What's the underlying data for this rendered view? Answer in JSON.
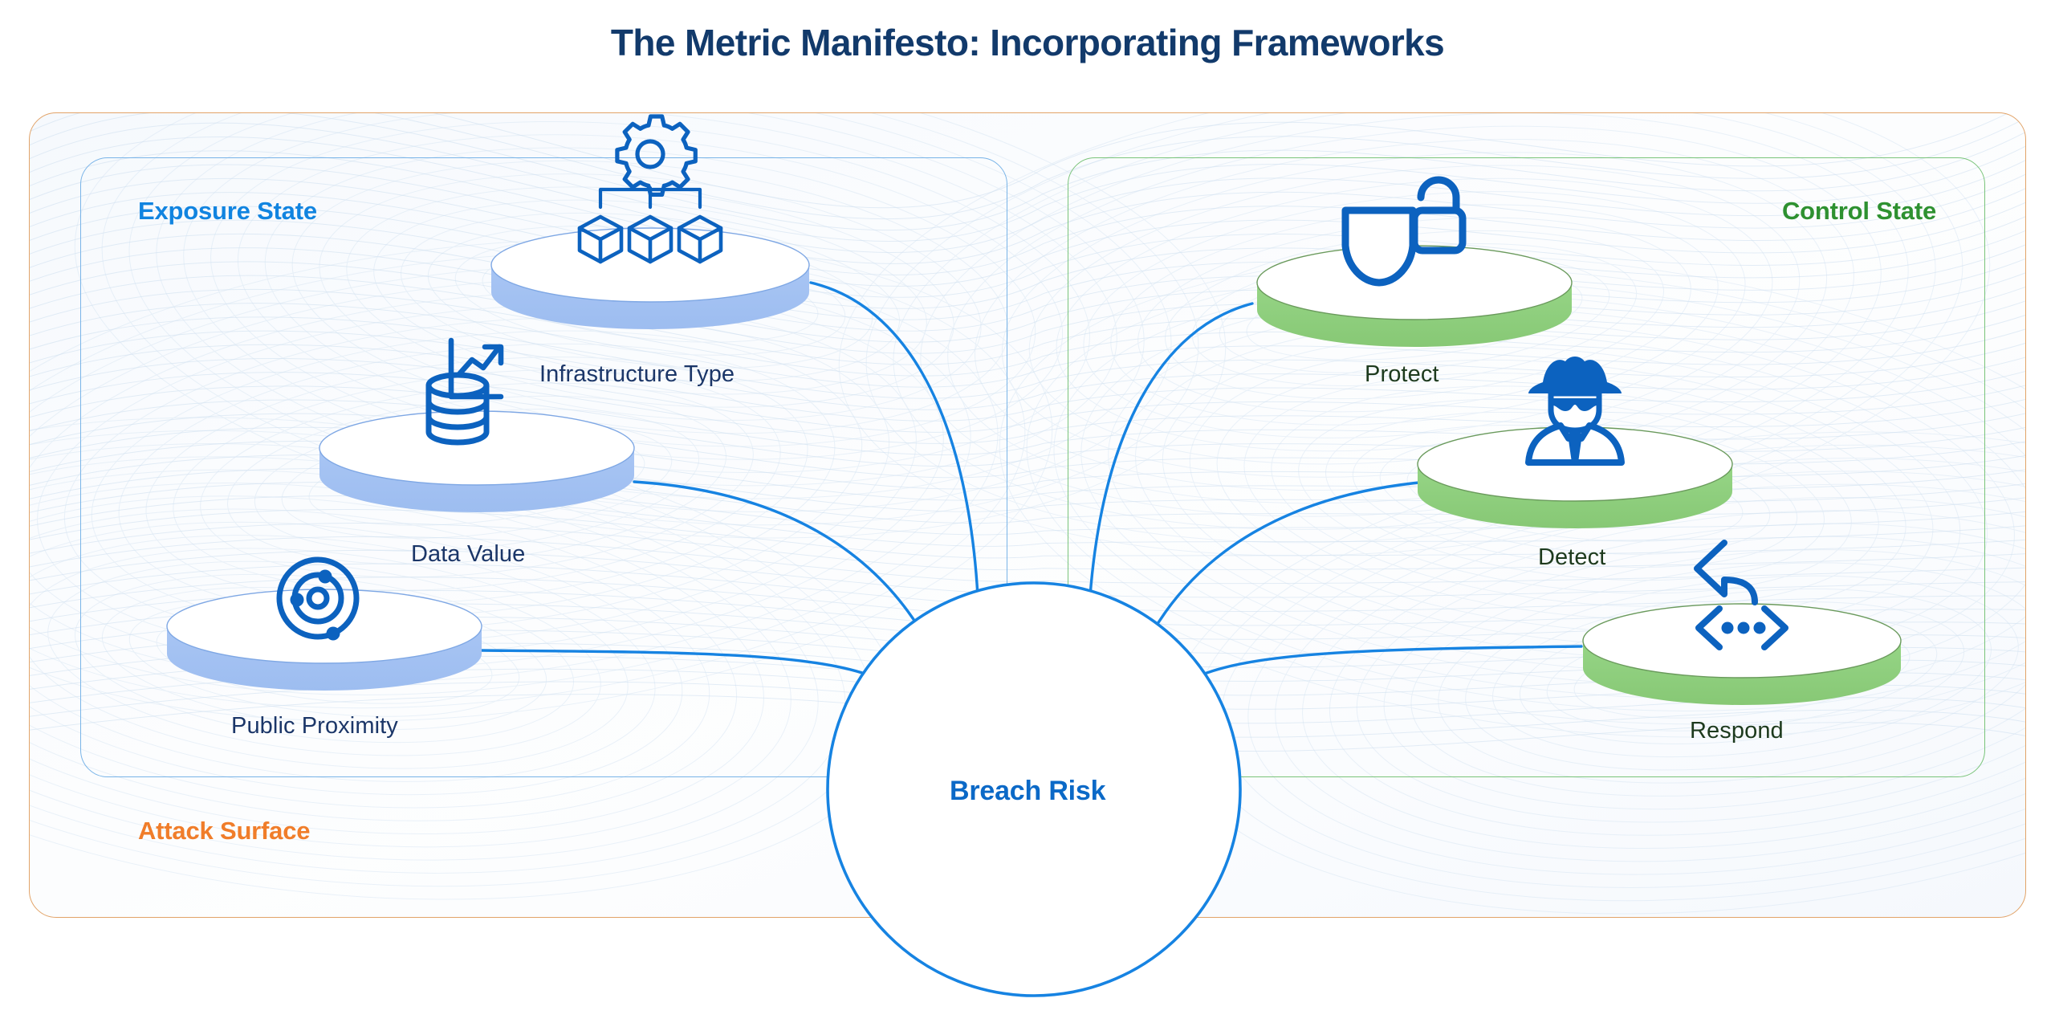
{
  "title": "The Metric Manifesto: Incorporating Frameworks",
  "panels": {
    "outer": {
      "label": "Attack Surface",
      "color": "#f07d2a",
      "border": "#e2a368"
    },
    "left": {
      "label": "Exposure State",
      "color": "#1184e0",
      "border": "#79b4e8"
    },
    "right": {
      "label": "Control State",
      "color": "#2e9130",
      "border": "#7ac47a"
    }
  },
  "center": {
    "label": "Breach Risk",
    "color": "#0b69c7"
  },
  "nodes": {
    "exposure": [
      {
        "label": "Infrastructure Type",
        "icon": "gear-cubes-icon",
        "disc": "blue"
      },
      {
        "label": "Data Value",
        "icon": "database-trend-icon",
        "disc": "blue"
      },
      {
        "label": "Public Proximity",
        "icon": "atom-orbit-icon",
        "disc": "blue"
      }
    ],
    "control": [
      {
        "label": "Protect",
        "icon": "shield-lock-icon",
        "disc": "green"
      },
      {
        "label": "Detect",
        "icon": "spy-agent-icon",
        "disc": "green"
      },
      {
        "label": "Respond",
        "icon": "reply-code-icon",
        "disc": "green"
      }
    ]
  },
  "colors": {
    "disc_blue_side": "#9dbdf0",
    "disc_green_side": "#8fd07e",
    "icon_blue": "#0c62bf",
    "connector": "#1683e2",
    "label_navy": "#1b3668",
    "label_dark_green": "#1d3a1d",
    "title_navy": "#123a6b"
  }
}
